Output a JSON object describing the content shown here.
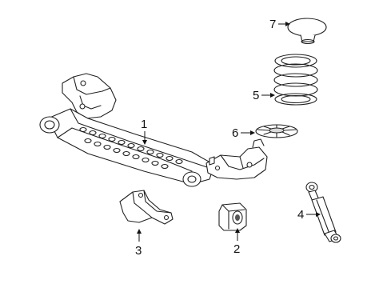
{
  "diagram": {
    "parts": [
      {
        "id": "part-1",
        "label": "1"
      },
      {
        "id": "part-2",
        "label": "2"
      },
      {
        "id": "part-3",
        "label": "3"
      },
      {
        "id": "part-4",
        "label": "4"
      },
      {
        "id": "part-5",
        "label": "5"
      },
      {
        "id": "part-6",
        "label": "6"
      },
      {
        "id": "part-7",
        "label": "7"
      }
    ]
  }
}
